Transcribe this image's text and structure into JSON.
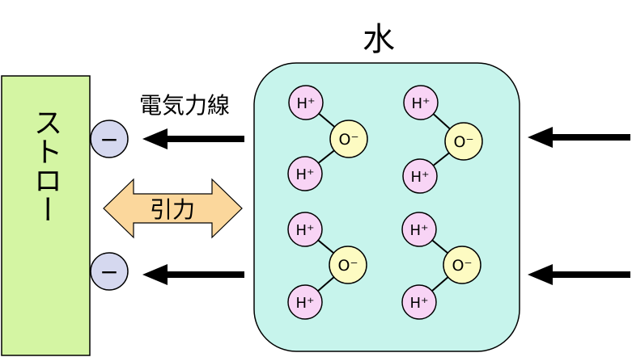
{
  "water_label": "水",
  "straw_label": "ストロー",
  "field_line_label": "電気力線",
  "attraction_label": "引力",
  "minus_sign": "−",
  "hydrogen_label": "H⁺",
  "oxygen_label": "O⁻",
  "molecule_count": 4,
  "colors": {
    "straw": "#d4f5a3",
    "water": "#c7f4ec",
    "hydrogen": "#f8d4f5",
    "oxygen": "#fdfbc2",
    "negative_charge": "#d5d8ef",
    "attraction_arrow": "#fbd79c",
    "stroke": "#000000"
  }
}
